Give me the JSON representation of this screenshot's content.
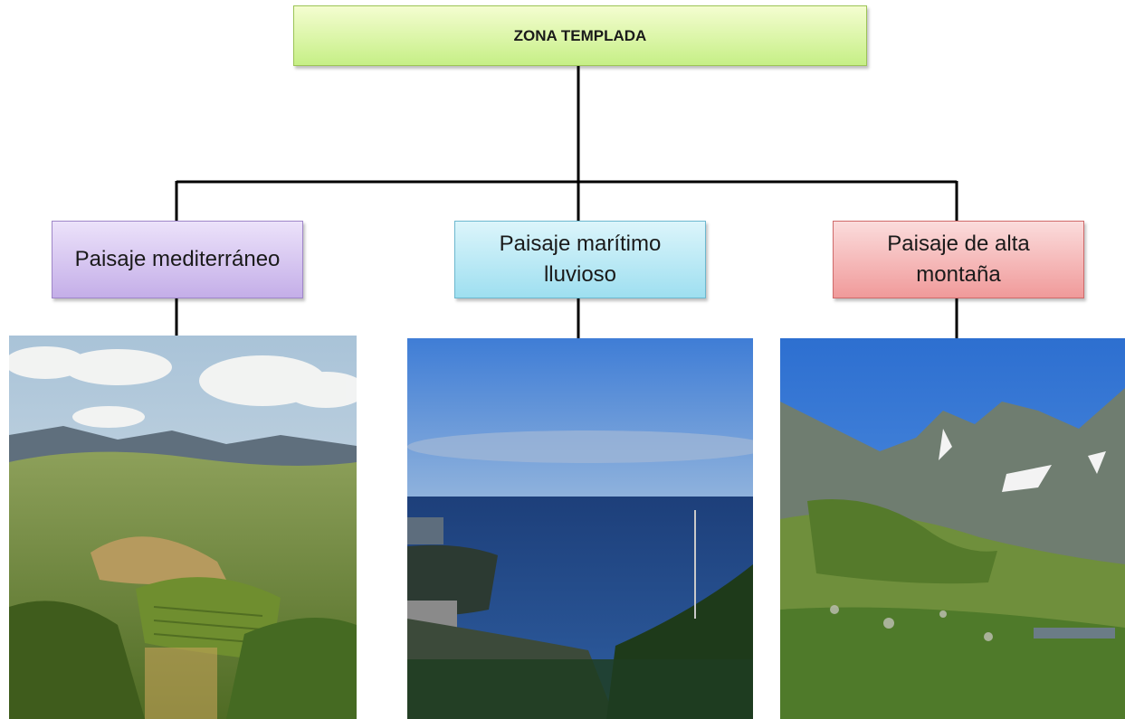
{
  "diagram": {
    "root": {
      "label": "ZONA TEMPLADA",
      "color": "#c6ef86"
    },
    "children": [
      {
        "label": "Paisaje mediterráneo",
        "color": "#c4aee8",
        "image": "mediterranean-vineyard-hills-photo"
      },
      {
        "label": "Paisaje marítimo lluvioso",
        "color": "#9edff0",
        "image": "rainy-coastal-sea-photo"
      },
      {
        "label": "Paisaje de alta montaña",
        "color": "#f09a9a",
        "image": "high-mountain-meadow-photo"
      }
    ]
  }
}
